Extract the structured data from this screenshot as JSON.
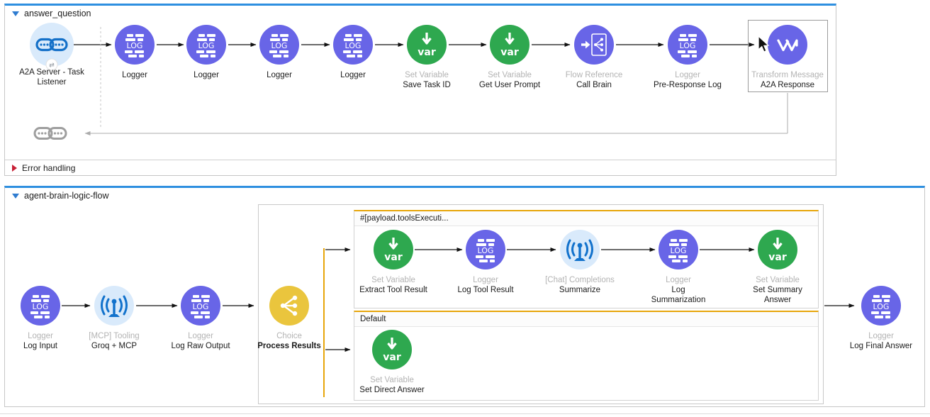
{
  "colors": {
    "flow_top_border": "#2e8fe0",
    "node_purple": "#6865e7",
    "node_green": "#2ea84f",
    "node_yellow": "#eac53d",
    "node_lightblue": "#d9eafb",
    "icon_blue": "#1272cc",
    "branch_accent": "#e7a60b",
    "error_triangle": "#c82036",
    "type_label_gray": "#b3b3b3"
  },
  "flow1": {
    "title": "answer_question",
    "error_handling": "Error handling",
    "nodes": [
      {
        "type": "",
        "name": "A2A Server - Task\nListener"
      },
      {
        "type": "",
        "name": "Logger"
      },
      {
        "type": "",
        "name": "Logger"
      },
      {
        "type": "",
        "name": "Logger"
      },
      {
        "type": "",
        "name": "Logger"
      },
      {
        "type": "Set Variable",
        "name": "Save Task ID"
      },
      {
        "type": "Set Variable",
        "name": "Get User Prompt"
      },
      {
        "type": "Flow Reference",
        "name": "Call Brain"
      },
      {
        "type": "Logger",
        "name": "Pre-Response Log"
      },
      {
        "type": "Transform Message",
        "name": "A2A Response"
      }
    ]
  },
  "flow2": {
    "title": "agent-brain-logic-flow",
    "nodes": [
      {
        "type": "Logger",
        "name": "Log Input"
      },
      {
        "type": "[MCP] Tooling",
        "name": "Groq + MCP"
      },
      {
        "type": "Logger",
        "name": "Log Raw Output"
      },
      {
        "type": "Choice",
        "name": "Process Results"
      }
    ],
    "branch1": {
      "condition": "#[payload.toolsExecuti...",
      "nodes": [
        {
          "type": "Set Variable",
          "name": "Extract Tool Result"
        },
        {
          "type": "Logger",
          "name": "Log Tool Result"
        },
        {
          "type": "[Chat] Completions",
          "name": "Summarize"
        },
        {
          "type": "Logger",
          "name": "Log\nSummarization"
        },
        {
          "type": "Set Variable",
          "name": "Set Summary\nAnswer"
        }
      ]
    },
    "branch2": {
      "label": "Default",
      "nodes": [
        {
          "type": "Set Variable",
          "name": "Set Direct Answer"
        }
      ]
    },
    "final_node": {
      "type": "Logger",
      "name": "Log Final Answer"
    }
  }
}
